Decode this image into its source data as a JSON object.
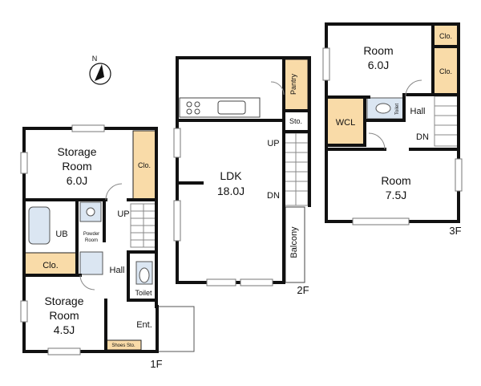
{
  "floors": {
    "f1": {
      "floor_label": "1F",
      "rooms": {
        "storage_top": {
          "line1": "Storage",
          "line2": "Room",
          "size": "6.0J"
        },
        "storage_bottom": {
          "line1": "Storage",
          "line2": "Room",
          "size": "4.5J"
        },
        "closet_right": "Clo.",
        "closet_left": "Clo.",
        "unit_bath": "UB",
        "powder_room": {
          "line1": "Powder",
          "line2": "Room"
        },
        "hall": "Hall",
        "toilet": "Toilet",
        "entrance": "Ent.",
        "shoes_storage": "Shoes Sto.",
        "stair_up": "UP"
      }
    },
    "f2": {
      "floor_label": "2F",
      "rooms": {
        "ldk": {
          "name": "LDK",
          "size": "18.0J"
        },
        "pantry": "Pantry",
        "storage": "Sto.",
        "balcony": "Balcony",
        "stair_up": "UP",
        "stair_down": "DN"
      }
    },
    "f3": {
      "floor_label": "3F",
      "rooms": {
        "room_top": {
          "name": "Room",
          "size": "6.0J"
        },
        "room_bottom": {
          "name": "Room",
          "size": "7.5J"
        },
        "closet_1": "Clo.",
        "closet_2": "Clo.",
        "wcl": "WCL",
        "toilet": "Toilet",
        "hall": "Hall",
        "stair_down": "DN"
      }
    }
  },
  "compass": {
    "north_label": "N",
    "icon": "north-arrow-icon"
  },
  "colors": {
    "closet_fill": "#f9dba8",
    "fixture_fill": "#dbe6f2",
    "wall": "#111111"
  }
}
